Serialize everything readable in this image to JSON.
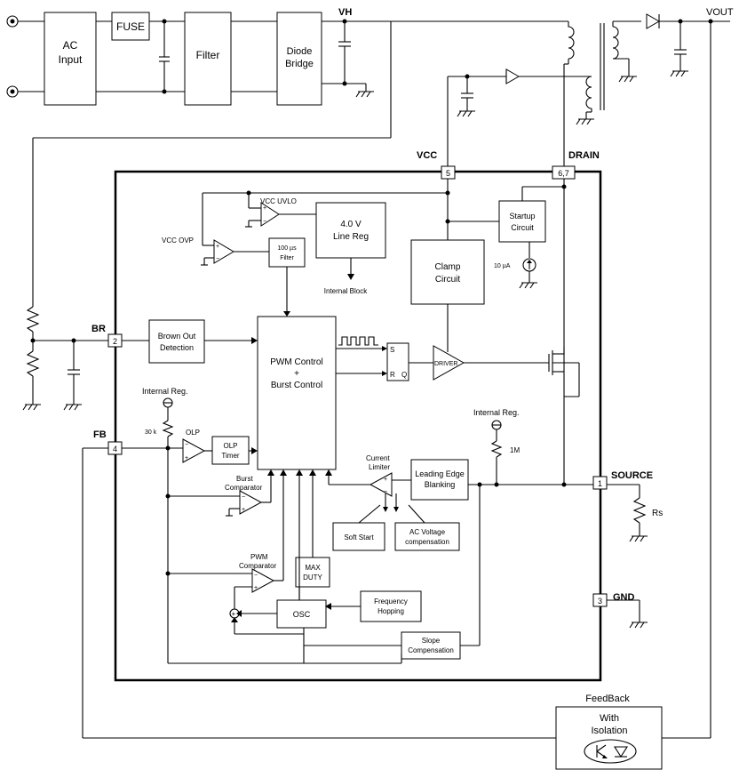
{
  "blocks": {
    "ac_input": [
      "AC",
      "Input"
    ],
    "fuse": "FUSE",
    "filter": "Filter",
    "diode_bridge": [
      "Diode",
      "Bridge"
    ],
    "line_reg": [
      "4.0 V",
      "Line Reg"
    ],
    "filter_100us": [
      "100 µs",
      "Filter"
    ],
    "startup": [
      "Startup",
      "Circuit"
    ],
    "clamp": [
      "Clamp",
      "Circuit"
    ],
    "brown_out": [
      "Brown Out",
      "Detection"
    ],
    "pwm_control": [
      "PWM Control",
      "+",
      "Burst Control"
    ],
    "olp_timer": [
      "OLP",
      "Timer"
    ],
    "leading_edge": [
      "Leading Edge",
      "Blanking"
    ],
    "soft_start": "Soft Start",
    "ac_voltage": [
      "AC Voltage",
      "compensation"
    ],
    "max_duty": [
      "MAX",
      "DUTY"
    ],
    "osc": "OSC",
    "freq_hopping": [
      "Frequency",
      "Hopping"
    ],
    "slope_comp": [
      "Slope",
      "Compensation"
    ],
    "feedback": [
      "With",
      "Isolation"
    ]
  },
  "labels": {
    "vh": "VH",
    "vout": "VOUT",
    "vcc": "VCC",
    "drain": "DRAIN",
    "br": "BR",
    "fb": "FB",
    "source": "SOURCE",
    "gnd": "GND",
    "rs": "Rs",
    "vcc_uvlo": "VCC UVLO",
    "vcc_ovp": "VCC OVP",
    "internal_block": "Internal Block",
    "current_10ua": "10 µA",
    "internal_reg_left": "Internal Reg.",
    "internal_reg_right": "Internal Reg.",
    "r30k": "30 k",
    "r1m": "1M",
    "olp": "OLP",
    "burst_comparator": [
      "Burst",
      "Comparator"
    ],
    "pwm_comparator": [
      "PWM",
      "Comparator"
    ],
    "current_limiter": [
      "Current",
      "Limiter"
    ],
    "driver": "DRIVER",
    "sr_s": "S",
    "sr_r": "R",
    "sr_q": "Q",
    "feedback_title": "FeedBack",
    "plus": "+"
  },
  "pins": {
    "vcc": "5",
    "drain": "6,7",
    "br": "2",
    "fb": "4",
    "source": "1",
    "gnd": "3"
  }
}
